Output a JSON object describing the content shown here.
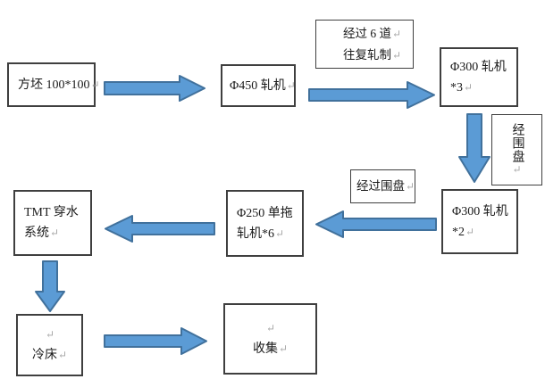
{
  "colors": {
    "arrow_fill": "#5b9bd5",
    "arrow_stroke": "#41719c",
    "box_border": "#3f3f3f",
    "pilcrow": "#a6a6a6",
    "text": "#1a1a1a",
    "background": "#ffffff"
  },
  "marks": {
    "pilcrow": "↵"
  },
  "nodes": {
    "billet": {
      "text": "方坯 100*100"
    },
    "mill450": {
      "text": "Φ450 轧机"
    },
    "six_pass": {
      "line1": "经过 6 道",
      "line2": "往复轧制"
    },
    "mill300x3": {
      "line1": "Φ300 轧机",
      "line2": "*3"
    },
    "via_loop_v": {
      "text": "经围盘"
    },
    "mill300x2": {
      "line1": "Φ300 轧机",
      "line2": "*2"
    },
    "via_loop": {
      "text": "经过围盘"
    },
    "mill250": {
      "line1": "Φ250 单拖",
      "line2": "轧机*6"
    },
    "tmt": {
      "line1": "TMT 穿水",
      "line2": "系统"
    },
    "cooling_bed": {
      "text": "冷床"
    },
    "collect": {
      "text": "收集"
    }
  }
}
